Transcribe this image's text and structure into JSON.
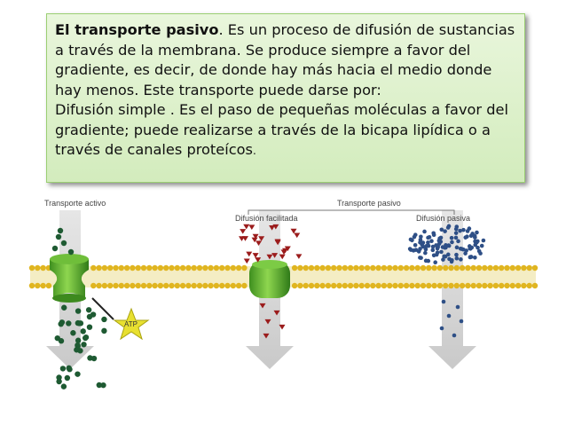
{
  "text": {
    "title_bold": "El transporte pasivo",
    "intro": ". Es un proceso de difusión de sustancias a través de la membrana. Se produce siempre a favor del gradiente, es decir, de donde hay más hacia el medio donde hay menos. Este transporte puede darse por:",
    "body": "Difusión simple . Es el paso de pequeñas moléculas a favor del gradiente; puede realizarse a través de la bicapa  lipídica o a través de canales proteícos",
    "period": "."
  },
  "diagram": {
    "active_label": "Transporte activo",
    "passive_label": "Transporte pasivo",
    "facilitated_label": "Difusión facilitada",
    "passive_diffusion_label": "Difusión pasiva",
    "atp_label": "ATP"
  }
}
